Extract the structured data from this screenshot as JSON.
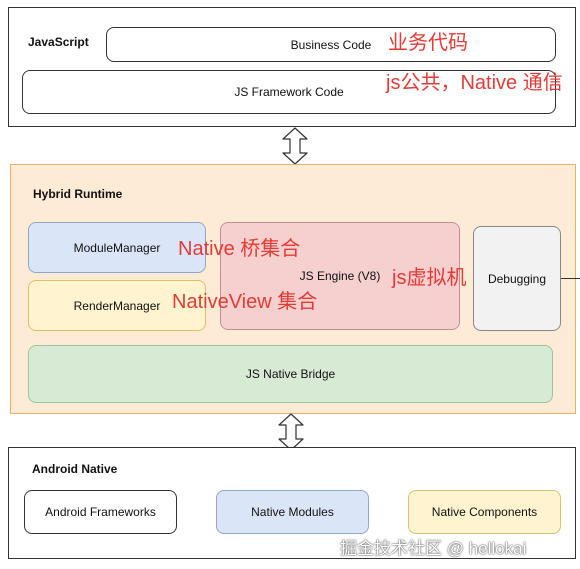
{
  "javascript_layer": {
    "title": "JavaScript",
    "business_code": "Business Code",
    "framework_code": "JS Framework Code"
  },
  "runtime_layer": {
    "title": "Hybrid Runtime",
    "module_manager": "ModuleManager",
    "render_manager": "RenderManager",
    "js_engine": "JS Engine (V8)",
    "debugging": "Debugging",
    "bridge": "JS Native Bridge"
  },
  "android_layer": {
    "title": "Android Native",
    "frameworks": "Android Frameworks",
    "modules": "Native Modules",
    "components": "Native Components"
  },
  "annotations": {
    "business": "业务代码",
    "framework": "js公共，Native 通信",
    "module_manager": "Native 桥集合",
    "engine": "js虚拟机",
    "render_manager": "NativeView 集合"
  },
  "watermark": "掘金技术社区 @ hellokai",
  "colors": {
    "annotation": "#e53b35",
    "runtime_bg": "#fdebd6",
    "blue_box": "#dae6f7",
    "yellow_box": "#fff4cf",
    "red_box": "#f6cfcf",
    "green_box": "#d7ead4"
  }
}
